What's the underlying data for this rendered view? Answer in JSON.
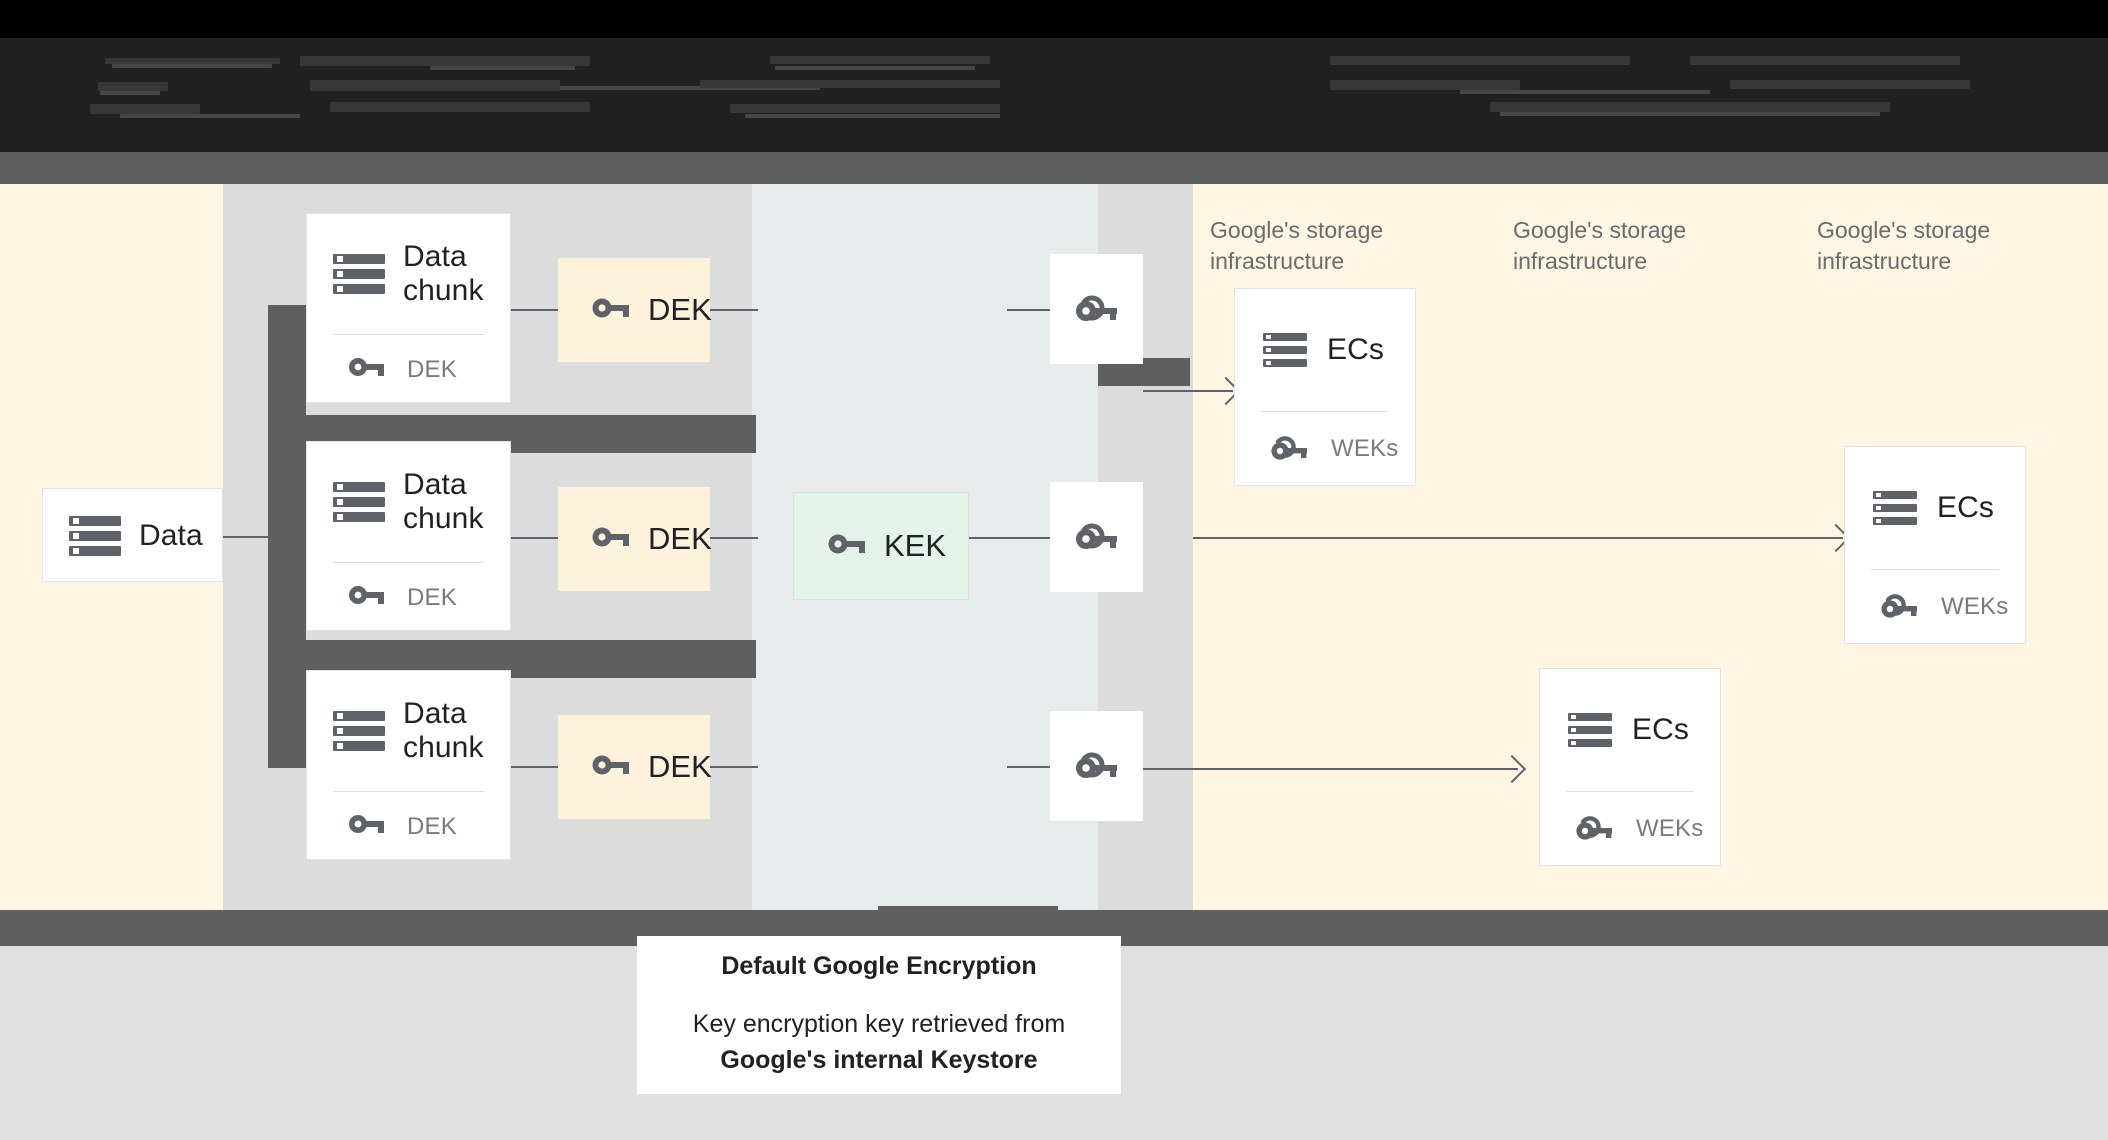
{
  "page": {
    "title": "Default Google Encryption data flow diagram",
    "colors": {
      "cream": "#fdf6e3",
      "bluegray": "#e8ebec",
      "kek_green": "#e4f3ea",
      "dek_cream": "#fdf2dc",
      "band_gray": "#5f5f5f",
      "light_gray": "#e0e0e0",
      "icon_gray": "#5f6368",
      "text_dark": "#202124",
      "text_muted": "#7a7a7a"
    }
  },
  "top_bar": {
    "state": "obscured",
    "note": "Dark region with unreadable compressed text"
  },
  "source": {
    "label": "Data",
    "icon": "server-icon"
  },
  "chunks": [
    {
      "title": "Data chunk",
      "icon": "server-icon",
      "sub_label": "DEK",
      "sub_icon": "key-icon"
    },
    {
      "title": "Data chunk",
      "icon": "server-icon",
      "sub_label": "DEK",
      "sub_icon": "key-icon"
    },
    {
      "title": "Data chunk",
      "icon": "server-icon",
      "sub_label": "DEK",
      "sub_icon": "key-icon"
    }
  ],
  "deks": [
    {
      "label": "DEK",
      "icon": "key-icon"
    },
    {
      "label": "DEK",
      "icon": "key-icon"
    },
    {
      "label": "DEK",
      "icon": "key-icon"
    }
  ],
  "kek": {
    "label": "KEK",
    "icon": "key-icon"
  },
  "wrapped_keys": [
    {
      "icon": "wrapped-key-icon"
    },
    {
      "icon": "wrapped-key-icon"
    },
    {
      "icon": "wrapped-key-icon"
    }
  ],
  "storage_labels": [
    "Google's storage infrastructure",
    "Google's storage infrastructure",
    "Google's storage infrastructure"
  ],
  "ec_cards": [
    {
      "title": "ECs",
      "icon": "server-icon",
      "sub_label": "WEKs",
      "sub_icon": "wrapped-key-icon"
    },
    {
      "title": "ECs",
      "icon": "server-icon",
      "sub_label": "WEKs",
      "sub_icon": "wrapped-key-icon"
    },
    {
      "title": "ECs",
      "icon": "server-icon",
      "sub_label": "WEKs",
      "sub_icon": "wrapped-key-icon"
    }
  ],
  "caption": {
    "title": "Default Google Encryption",
    "line1": "Key encryption key retrieved from",
    "line2": "Google's internal Keystore"
  }
}
